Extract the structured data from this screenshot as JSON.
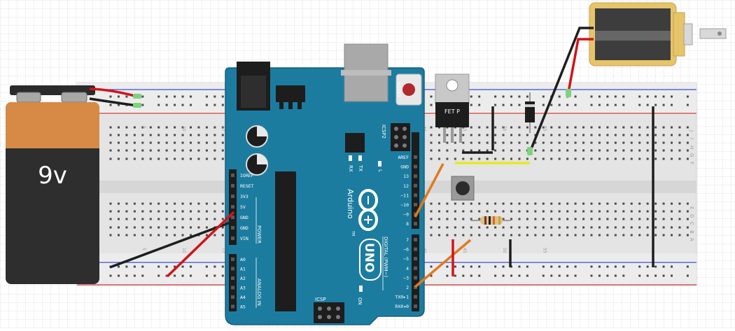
{
  "battery": {
    "label": "9v"
  },
  "arduino": {
    "reset_label": "RESET",
    "icsp2_label": "ICSP2",
    "icsp_label": "ICSP",
    "brand_label": "Arduino",
    "model_label": "UNO",
    "tm_mark": "TM",
    "led_tx": "TX",
    "led_rx": "RX",
    "led_l": "L",
    "on_label": "ON",
    "power_label": "POWER",
    "analog_label": "ANALOG IN",
    "digital_label": "DIGITAL (PWM~)",
    "power_pins": [
      "IOREF",
      "RESET",
      "3V3",
      "5V",
      "GND",
      "GND",
      "VIN"
    ],
    "analog_pins": [
      "A0",
      "A1",
      "A2",
      "A3",
      "A4",
      "A5"
    ],
    "digital_pins_upper": [
      "AREF",
      "GND",
      "13",
      "12",
      "~11",
      "~10",
      "~9",
      "8"
    ],
    "digital_pins_lower": [
      "7",
      "~6",
      "~5",
      "4",
      "~3",
      "2",
      "TX0▸1",
      "RX0◂0"
    ]
  },
  "mosfet": {
    "label": "FET P"
  },
  "breadboard": {
    "row_letters": [
      "J",
      "I",
      "H",
      "G",
      "F",
      "E",
      "D",
      "C",
      "B",
      "A"
    ],
    "column_numbers_top": [
      "5",
      "10",
      "15",
      "20",
      "25",
      "30",
      "35",
      "40",
      "45",
      "50",
      "55"
    ],
    "column_numbers_bottom": [
      "5",
      "10",
      "15",
      "20",
      "25",
      "30",
      "35",
      "40",
      "45",
      "50",
      "55"
    ]
  },
  "colors": {
    "arduino_board": "#1c7ca0",
    "breadboard": "#e6e6e6",
    "wire_black": "#1e1e1e",
    "wire_red": "#d0141a",
    "wire_orange": "#e07a1e",
    "wire_yellow": "#e8e820",
    "battery_orange": "#d68a45",
    "battery_dark": "#2e2e2e",
    "solenoid_frame": "#e6c46a"
  }
}
